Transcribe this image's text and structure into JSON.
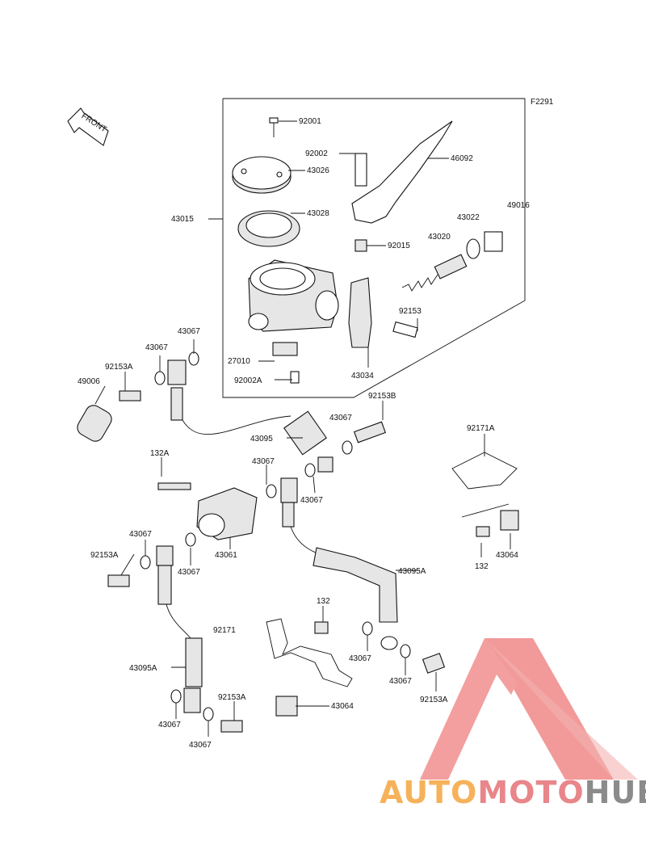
{
  "figure_code": "F2291",
  "front_label": "FRONT",
  "brand": {
    "part1": "AUTO",
    "part2": "MOTO",
    "part3": "HUB",
    "colors": [
      "#f6b25a",
      "#e8868a",
      "#8b8b8b"
    ]
  },
  "labels": {
    "l92001": "92001",
    "l43026": "43026",
    "l92002": "92002",
    "l46092": "46092",
    "l43015": "43015",
    "l43028": "43028",
    "l43022": "43022",
    "l49016": "49016",
    "l43020": "43020",
    "l92015": "92015",
    "l92153": "92153",
    "l43067a": "43067",
    "l43067b": "43067",
    "l92153Aa": "92153A",
    "l27010": "27010",
    "l49006": "49006",
    "l92002A": "92002A",
    "l43034": "43034",
    "l92153B": "92153B",
    "l43067c": "43067",
    "l43095": "43095",
    "l92171A": "92171A",
    "l132A": "132A",
    "l43067d": "43067",
    "l43067e": "43067",
    "l43067f": "43067",
    "l43064a": "43064",
    "l92153Ab": "92153A",
    "l43061": "43061",
    "l43067g": "43067",
    "l132a": "132",
    "l43095A": "43095A",
    "l132b": "132",
    "l92171": "92171",
    "l43067h": "43067",
    "l43067i": "43067",
    "l43095Ab": "43095A",
    "l92153Ac": "92153A",
    "l92153Ad": "92153A",
    "l43064b": "43064",
    "l43067j": "43067",
    "l43067k": "43067"
  }
}
